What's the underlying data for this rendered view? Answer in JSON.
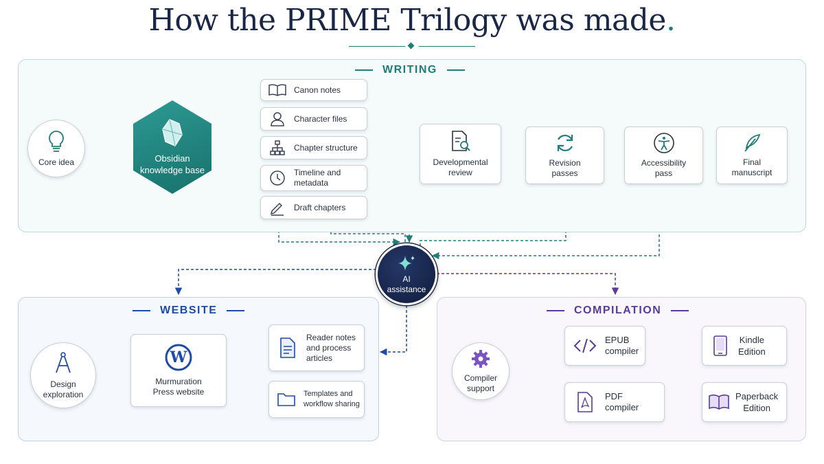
{
  "title": "How the PRIME Trilogy was made",
  "title_dot": ".",
  "colors": {
    "teal": "#1f7e7a",
    "blue": "#1e4aa8",
    "purple": "#5a3a9a",
    "navy": "#1a2746"
  },
  "sections": {
    "writing": {
      "heading": "WRITING",
      "core": "Core idea",
      "kb_line1": "Obsidian",
      "kb_line2": "knowledge base",
      "inputs": [
        {
          "icon": "book-icon",
          "line1": "Canon notes",
          "line2": ""
        },
        {
          "icon": "user-icon",
          "line1": "Character files",
          "line2": ""
        },
        {
          "icon": "hierarchy-icon",
          "line1": "Chapter structure",
          "line2": ""
        },
        {
          "icon": "clock-icon",
          "line1": "Timeline and",
          "line2": "metadata"
        },
        {
          "icon": "pencil-icon",
          "line1": "Draft chapters",
          "line2": ""
        }
      ],
      "dev_line1": "Developmental",
      "dev_line2": "review",
      "rev_line1": "Revision",
      "rev_line2": "passes",
      "acc_line1": "Accessibility",
      "acc_line2": "pass",
      "final_line1": "Final",
      "final_line2": "manuscript"
    },
    "website": {
      "heading": "WEBSITE",
      "design_line1": "Design",
      "design_line2": "exploration",
      "site_line1": "Murmuration",
      "site_line2": "Press website",
      "notes_line1": "Reader notes",
      "notes_line2": "and process",
      "notes_line3": "articles",
      "tpl_line1": "Templates and",
      "tpl_line2": "workflow sharing"
    },
    "compilation": {
      "heading": "COMPILATION",
      "support_line1": "Compiler",
      "support_line2": "support",
      "epub_line1": "EPUB",
      "epub_line2": "compiler",
      "pdf_line1": "PDF",
      "pdf_line2": "compiler",
      "kindle_line1": "Kindle",
      "kindle_line2": "Edition",
      "paper_line1": "Paperback",
      "paper_line2": "Edition"
    }
  },
  "ai": {
    "line1": "AI",
    "line2": "assistance"
  }
}
